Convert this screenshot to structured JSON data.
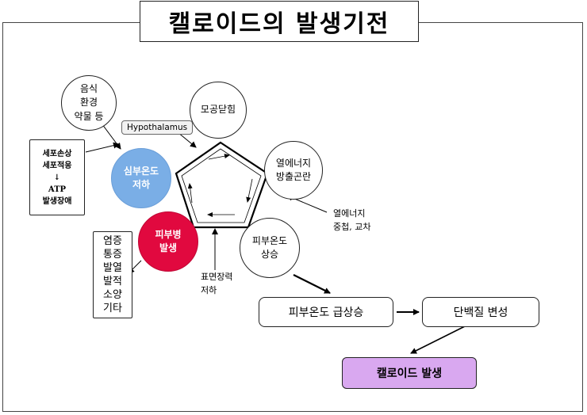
{
  "title": "캘로이드의 발생기전",
  "nodes": {
    "food_drugs": "음식\n환경\n약물 등",
    "pore_closure": "모공닫힘",
    "heat_emission": "열에너지\n방출곤란",
    "skin_temp_rise": "피부온도\n상승",
    "core_temp_drop": "심부온도\n저하",
    "skin_disease": "피부병\n발생"
  },
  "hypothalamus": "Hypothalamus",
  "cause_box": {
    "line1": "세포손상",
    "line2": "세포적응",
    "arrow": "↓",
    "line3": "ATP",
    "line4": "발생장애"
  },
  "symptoms": [
    "염증",
    "통증",
    "발열",
    "발적",
    "소양",
    "기타"
  ],
  "heat_accumulation": "열에너지\n중첩, 교차",
  "surface_tension": "표면장력\n저하",
  "rapid_rise": "피부온도 급상승",
  "protein_denat": "단백질 변성",
  "keloid": "캘로이드 발생"
}
